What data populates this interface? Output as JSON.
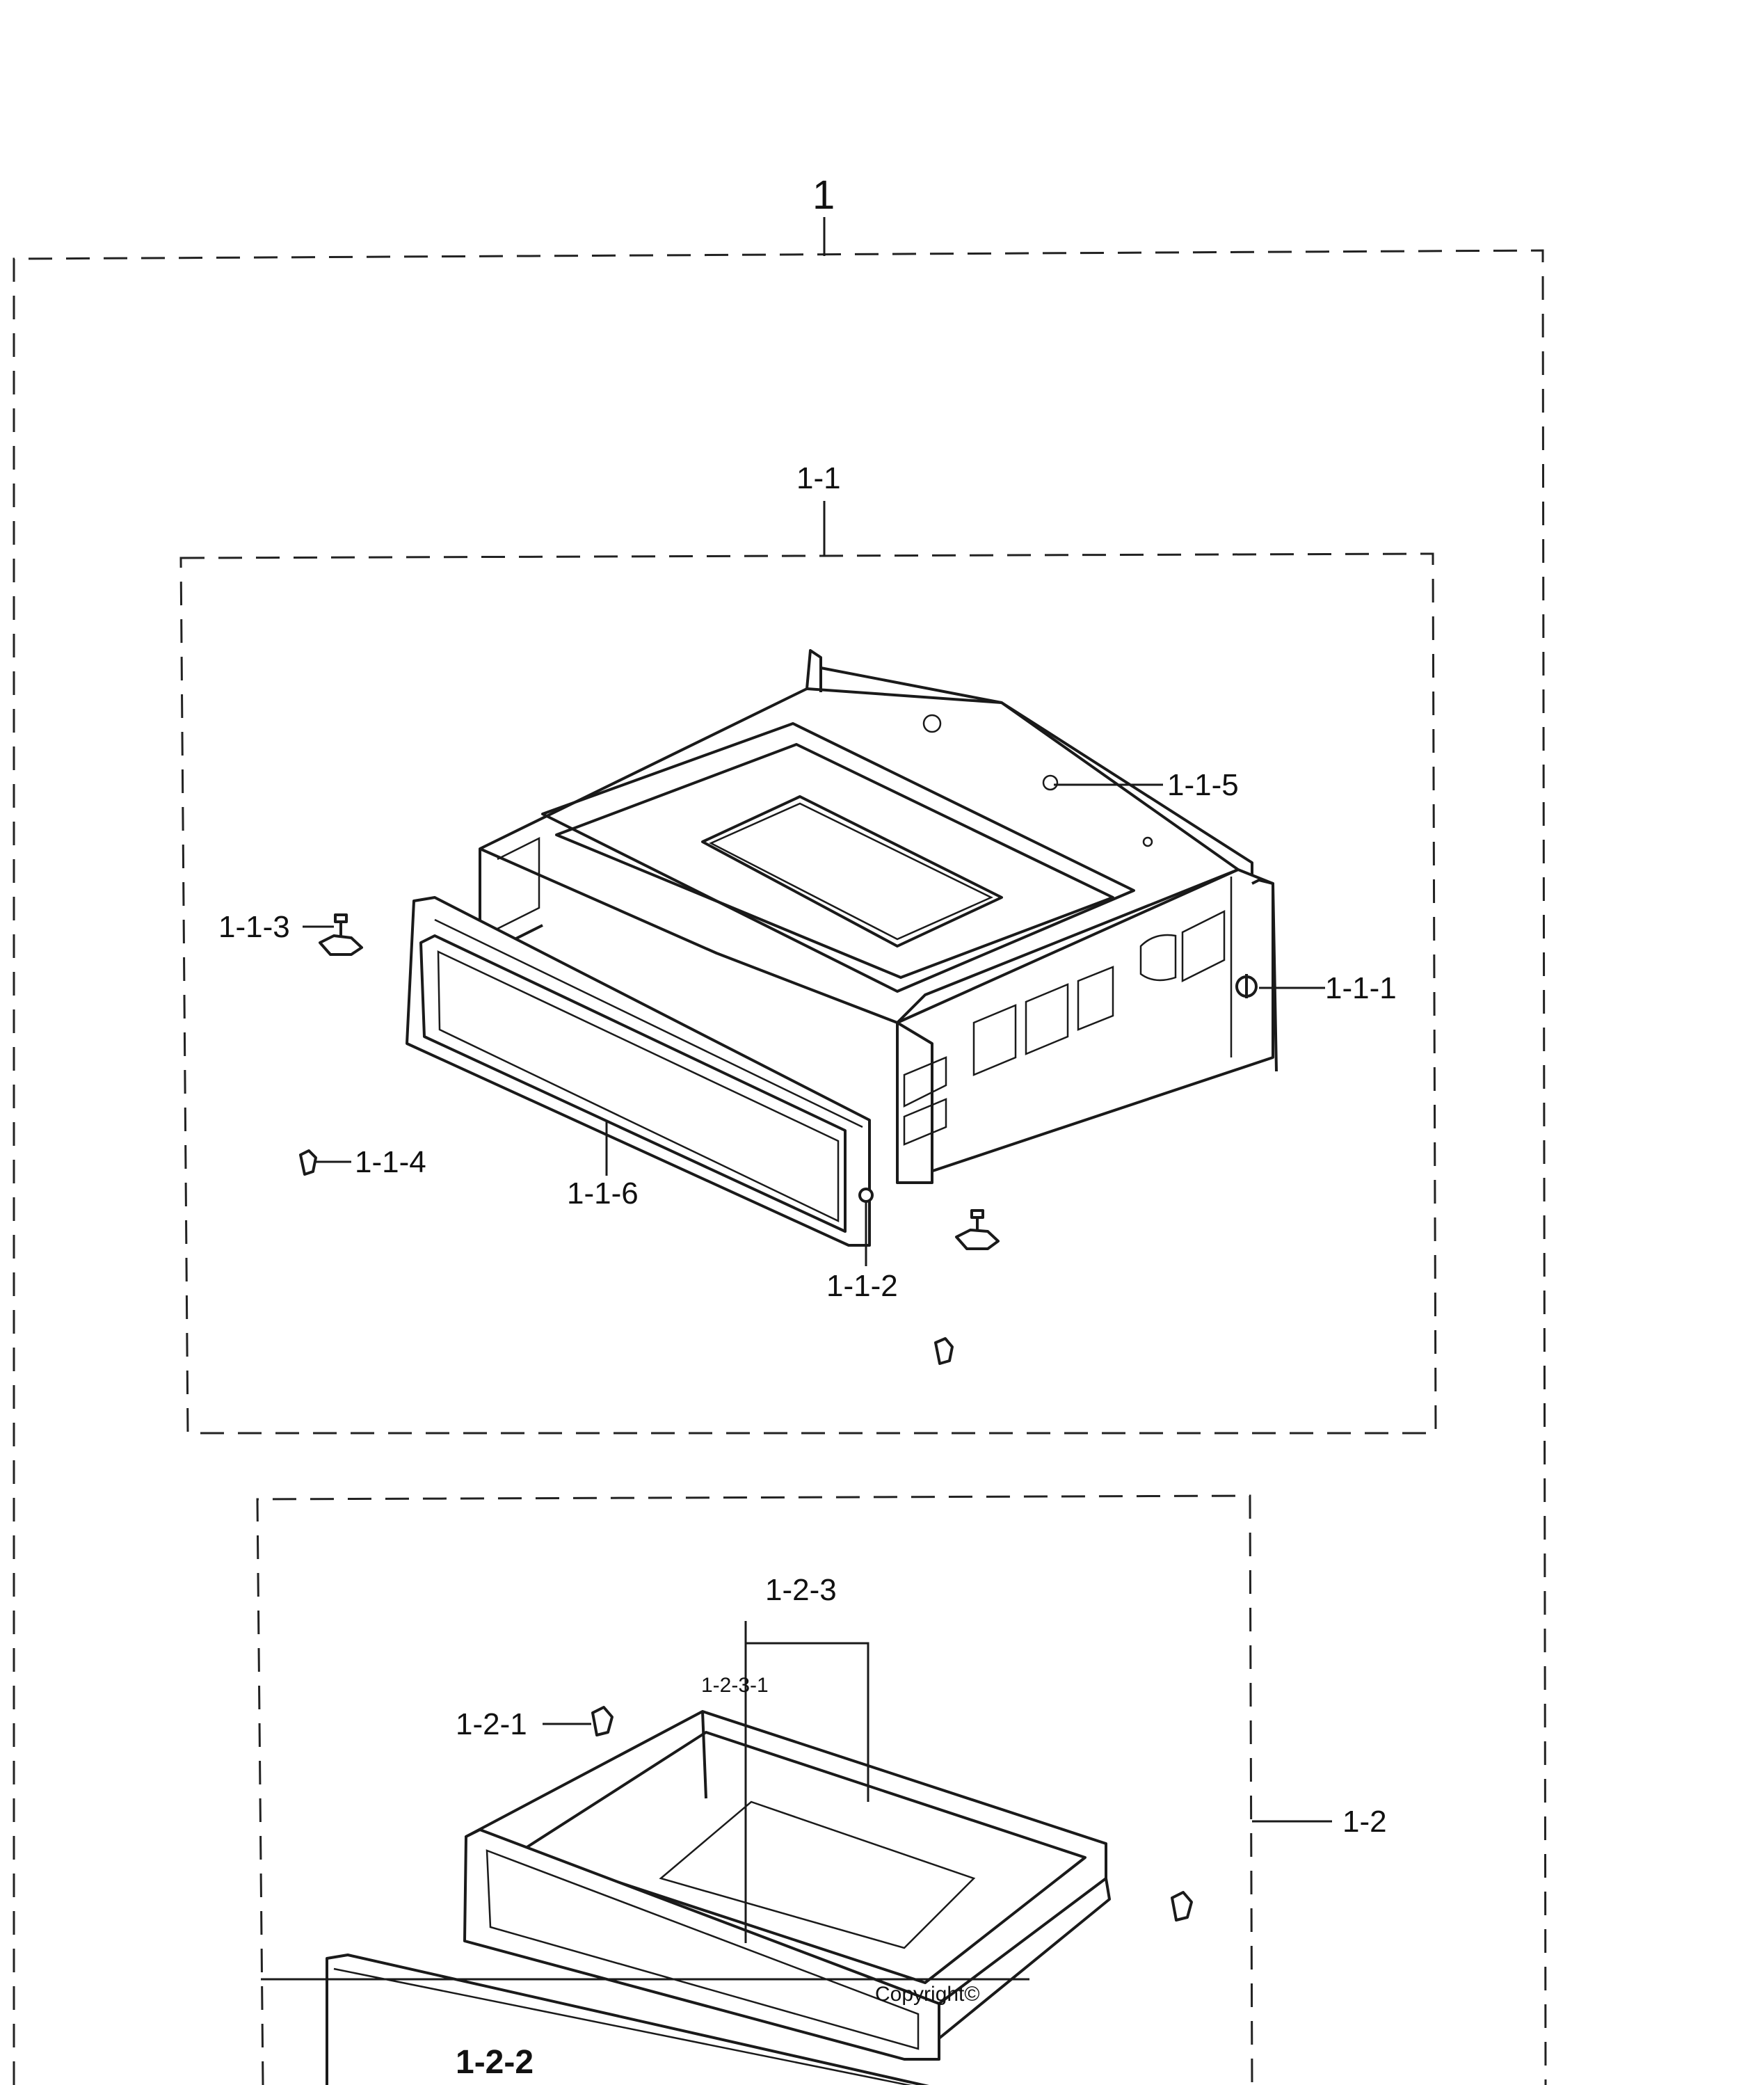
{
  "labels": {
    "root": "1",
    "group_1_1": "1-1",
    "p_1_1_1": "1-1-1",
    "p_1_1_2": "1-1-2",
    "p_1_1_3": "1-1-3",
    "p_1_1_4": "1-1-4",
    "p_1_1_5": "1-1-5",
    "p_1_1_6": "1-1-6",
    "group_1_2": "1-2",
    "p_1_2_1": "1-2-1",
    "p_1_2_2": "1-2-2",
    "p_1_2_3": "1-2-3",
    "p_1_2_3_1": "1-2-3-1"
  },
  "watermark": "Copyright©",
  "icons": [
    "leveling-foot-icon",
    "hinge-clip-icon",
    "drawer-housing-icon",
    "drawer-tray-icon",
    "drawer-front-panel-icon",
    "front-frame-icon"
  ]
}
